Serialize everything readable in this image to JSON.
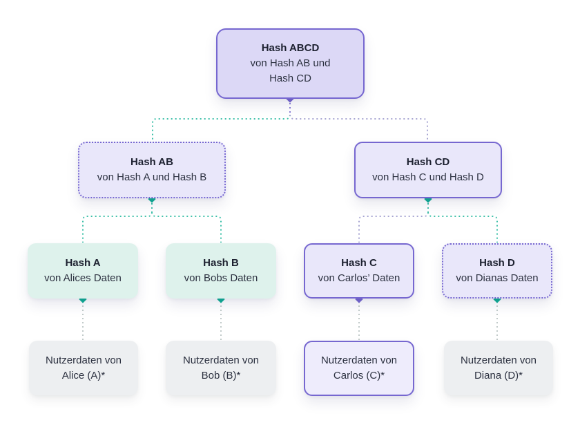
{
  "diagram": {
    "type": "merkle-hash-tree",
    "language": "de",
    "colors": {
      "purple_border": "#7667d0",
      "purple_line": "#8a7dd6",
      "muted_purple_line": "#a7a5d2",
      "teal_line": "#3ec0a9",
      "teal_marker": "#0fae94",
      "purple_marker": "#7667d0",
      "gray_line": "#c2cbca",
      "root_fill": "#dcd8f6",
      "lavender_fill": "#e9e7fa",
      "mint_fill": "#def2ec",
      "gray_fill": "#edeff1"
    },
    "nodes": {
      "root": {
        "title": "Hash ABCD",
        "subtitle": "von Hash AB und\nHash CD",
        "style": "solid-purple"
      },
      "hash_ab": {
        "title": "Hash AB",
        "subtitle": "von Hash A und Hash B",
        "style": "dotted-purple"
      },
      "hash_cd": {
        "title": "Hash CD",
        "subtitle": "von Hash C und Hash D",
        "style": "solid-purple"
      },
      "hash_a": {
        "title": "Hash A",
        "subtitle": "von Alices Daten",
        "style": "mint"
      },
      "hash_b": {
        "title": "Hash B",
        "subtitle": "von Bobs Daten",
        "style": "mint"
      },
      "hash_c": {
        "title": "Hash C",
        "subtitle": "von Carlos’ Daten",
        "style": "solid-purple"
      },
      "hash_d": {
        "title": "Hash D",
        "subtitle": "von Dianas Daten",
        "style": "dotted-purple"
      },
      "data_a": {
        "label": "Nutzerdaten von\nAlice (A)*",
        "style": "gray"
      },
      "data_b": {
        "label": "Nutzerdaten von\nBob (B)*",
        "style": "gray"
      },
      "data_c": {
        "label": "Nutzerdaten von\nCarlos (C)*",
        "style": "solid-purple"
      },
      "data_d": {
        "label": "Nutzerdaten von\nDiana (D)*",
        "style": "gray"
      }
    },
    "edges": [
      {
        "from": "root",
        "to": "hash_ab",
        "line": "teal"
      },
      {
        "from": "root",
        "to": "hash_cd",
        "line": "muted-purple"
      },
      {
        "from": "hash_ab",
        "to": "hash_a",
        "line": "teal"
      },
      {
        "from": "hash_ab",
        "to": "hash_b",
        "line": "teal"
      },
      {
        "from": "hash_cd",
        "to": "hash_c",
        "line": "muted-purple"
      },
      {
        "from": "hash_cd",
        "to": "hash_d",
        "line": "teal"
      },
      {
        "from": "hash_a",
        "to": "data_a",
        "line": "gray",
        "marker": "teal"
      },
      {
        "from": "hash_b",
        "to": "data_b",
        "line": "gray",
        "marker": "teal"
      },
      {
        "from": "hash_c",
        "to": "data_c",
        "line": "gray",
        "marker": "purple"
      },
      {
        "from": "hash_d",
        "to": "data_d",
        "line": "gray",
        "marker": "teal"
      }
    ]
  }
}
